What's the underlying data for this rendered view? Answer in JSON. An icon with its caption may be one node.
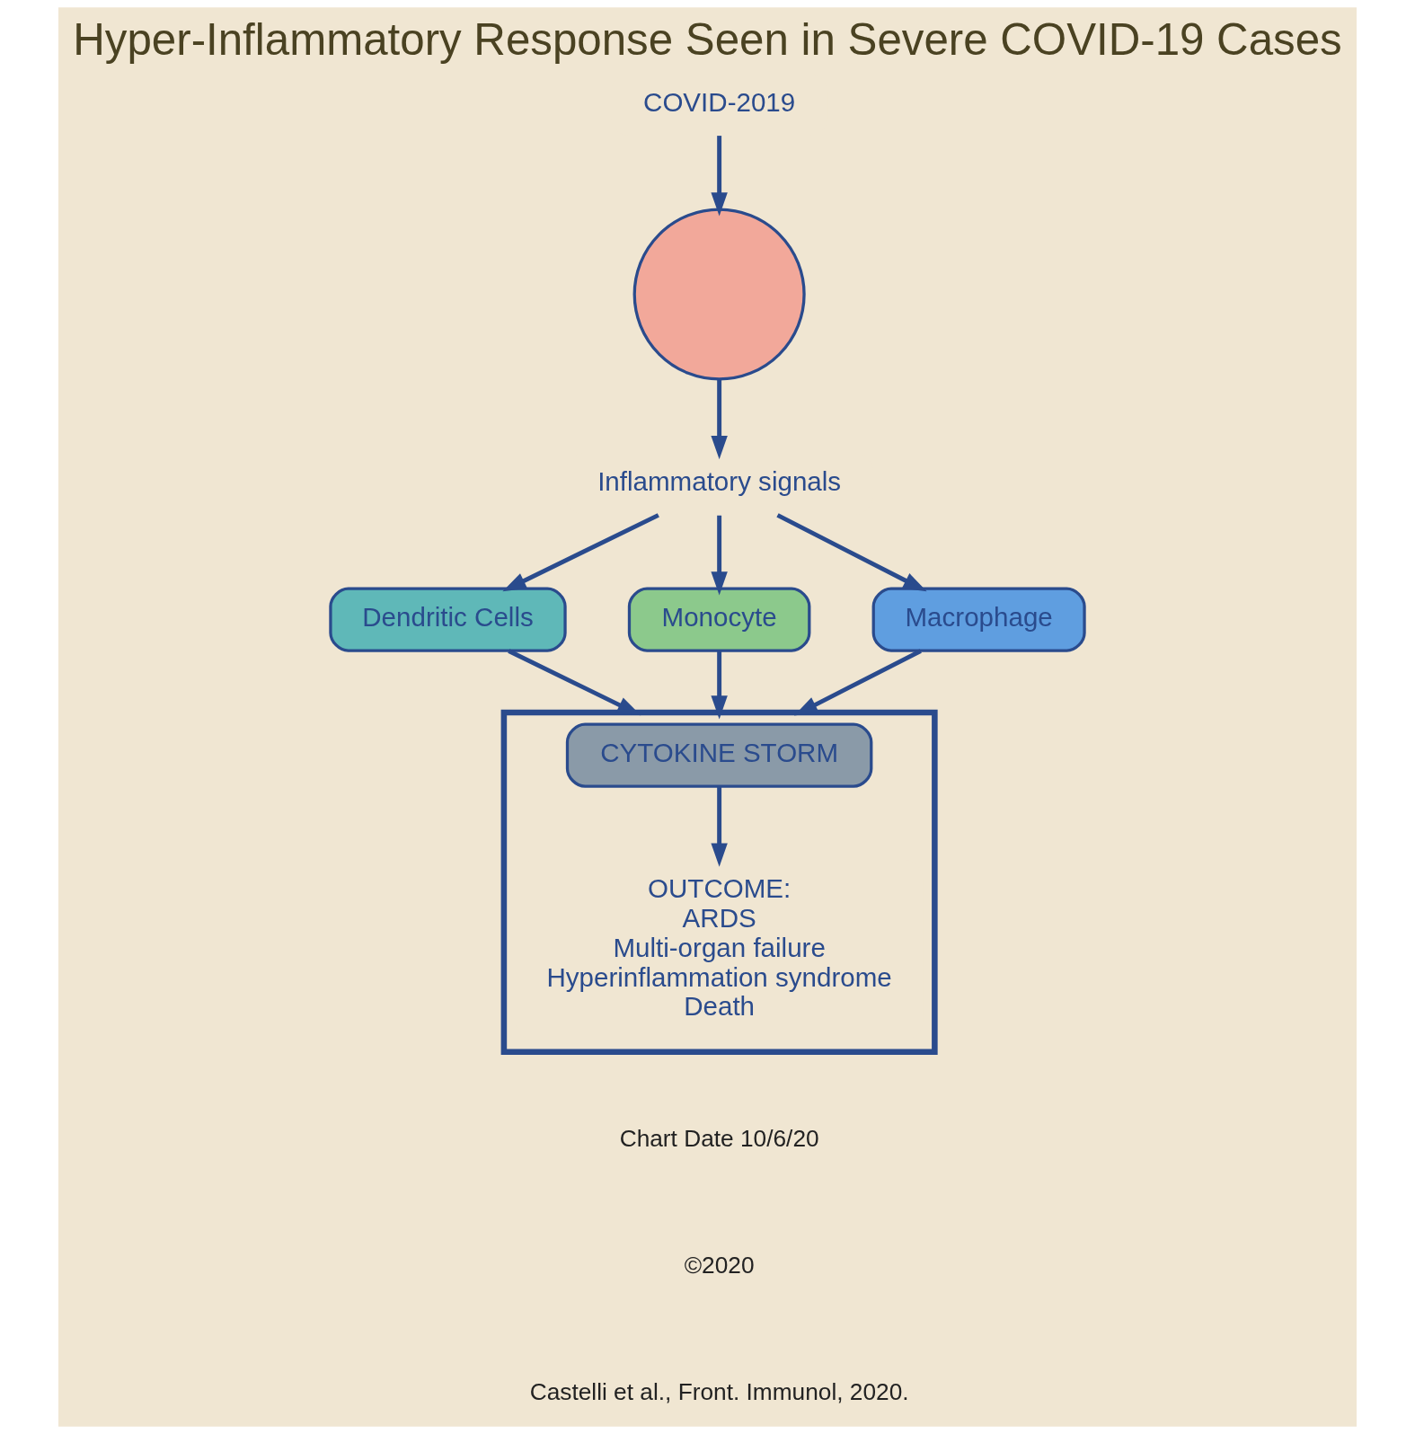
{
  "diagram": {
    "title": "Hyper-Inflammatory Response Seen in Severe COVID-19 Cases",
    "nodes": [
      {
        "text": [
          "COVID-2019"
        ]
      },
      {
        "text": [],
        "shape": "circle"
      },
      {
        "text": [
          "Inflammatory signals"
        ]
      },
      {
        "text": [
          "Dendritic Cells"
        ]
      },
      {
        "text": [
          "Monocyte"
        ]
      },
      {
        "text": [
          "Macrophage"
        ]
      },
      {
        "text": [],
        "shape": "box"
      },
      {
        "text": [
          "CYTOKINE STORM"
        ],
        "in": 6
      },
      {
        "text": [
          "OUTCOME:",
          "ARDS",
          "Multi-organ failure",
          "Hyperinflammation syndrome",
          "Death"
        ],
        "in": 6
      }
    ],
    "edges": [
      {
        "from": 0,
        "to": 1,
        "arrow": "to"
      },
      {
        "from": 1,
        "to": 2,
        "arrow": "to"
      },
      {
        "from": 2,
        "to": 3,
        "arrow": "to"
      },
      {
        "from": 2,
        "to": 4,
        "arrow": "to"
      },
      {
        "from": 2,
        "to": 5,
        "arrow": "to"
      },
      {
        "from": 3,
        "to": 6,
        "arrow": "to"
      },
      {
        "from": 4,
        "to": 6,
        "arrow": "to"
      },
      {
        "from": 5,
        "to": 6,
        "arrow": "to"
      },
      {
        "from": 7,
        "to": 8,
        "arrow": "to"
      }
    ],
    "labels": [
      "Chart Date 10/6/20",
      "©2020",
      "Castelli et al., Front. Immunol, 2020."
    ]
  }
}
